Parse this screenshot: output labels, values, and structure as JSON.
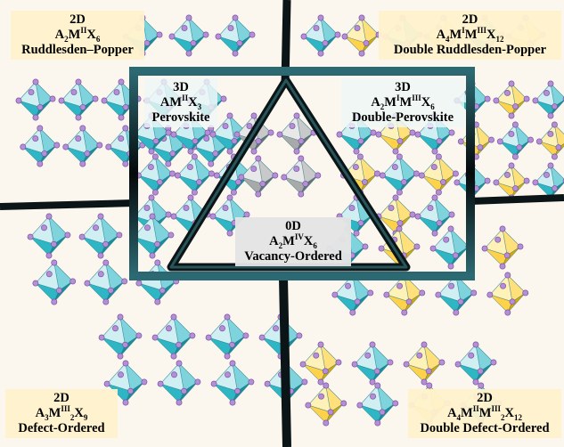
{
  "labels": {
    "top_left": {
      "dim": "2D",
      "formula_html": "A<sub>2</sub>M<sup>II</sup>X<sub>6</sub>",
      "name": "Ruddlesden–Popper"
    },
    "top_right": {
      "dim": "2D",
      "formula_html": "A<sub>4</sub>M<sup>I</sup>M<sup>III</sup>X<sub>12</sub>",
      "name": "Double Ruddlesden-Popper"
    },
    "mid_left": {
      "dim": "3D",
      "formula_html": "AM<sup>II</sup>X<sub>3</sub>",
      "name": "Perovskite"
    },
    "mid_right": {
      "dim": "3D",
      "formula_html": "A<sub>2</sub>M<sup>I</sup>M<sup>III</sup>X<sub>6</sub>",
      "name": "Double-Perovskite"
    },
    "center": {
      "dim": "0D",
      "formula_html": "A<sub>2</sub>M<sup>IV</sup>X<sub>6</sub>",
      "name": "Vacancy-Ordered"
    },
    "bottom_left": {
      "dim": "2D",
      "formula_html": "A<sub>3</sub>M<sup>III</sup><sub>2</sub>X<sub>9</sub>",
      "name": "Defect-Ordered"
    },
    "bottom_right": {
      "dim": "2D",
      "formula_html": "A<sub>4</sub>M<sup>II</sup>M<sup>III</sup><sub>2</sub>X<sub>12</sub>",
      "name": "Double Defect-Ordered"
    }
  },
  "colors": {
    "background": "#fbf6ee",
    "octahedron_teal": "#2fb6c4",
    "octahedron_light": "#cfeff2",
    "octahedron_yellow": "#ffd24a",
    "octahedron_grey": "#a9a9a9",
    "halide_sphere": "#b58fd6",
    "divider": "#0b1416",
    "frame": "#2e6f78"
  }
}
